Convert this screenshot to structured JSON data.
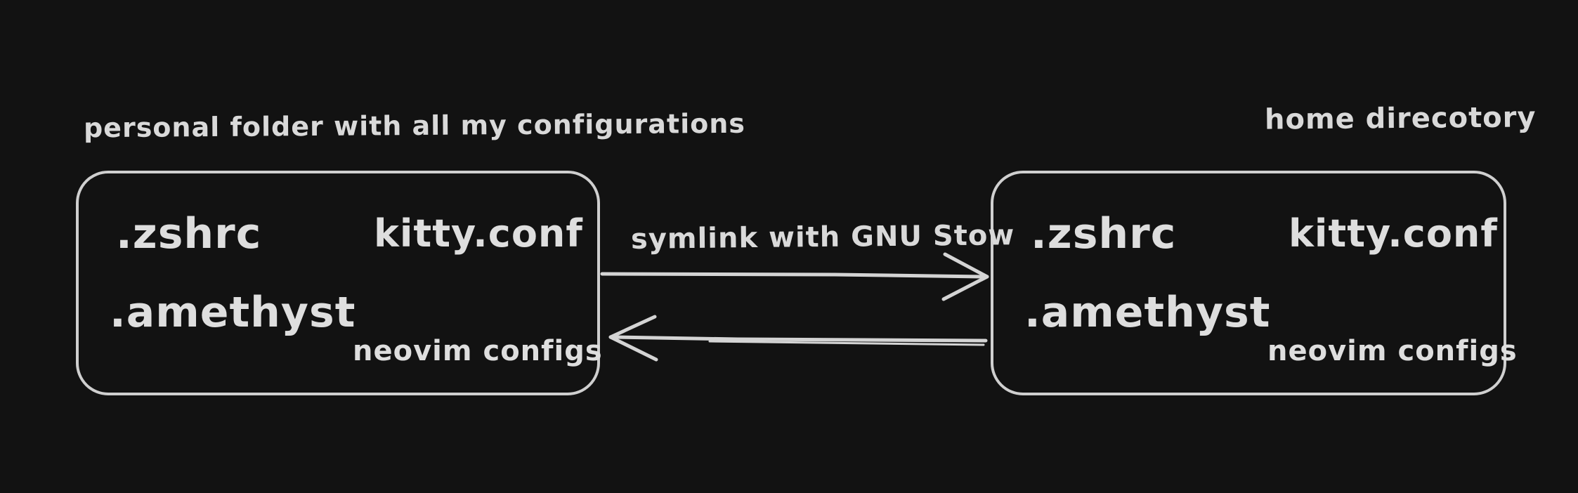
{
  "canvas": {
    "background_color": "#121212",
    "ink_color": "#d6d6d6"
  },
  "labels": {
    "left_caption": "personal folder with all my configurations",
    "right_caption": "home direcotory",
    "link_caption": "symlink with GNU Stow"
  },
  "boxes": {
    "left": {
      "items": [
        ".zshrc",
        "kitty.conf",
        ".amethyst",
        "neovim configs"
      ]
    },
    "right": {
      "items": [
        ".zshrc",
        "kitty.conf",
        ".amethyst",
        "neovim configs"
      ]
    }
  },
  "icons": {
    "forward": "arrow-right",
    "backward": "arrow-left"
  }
}
